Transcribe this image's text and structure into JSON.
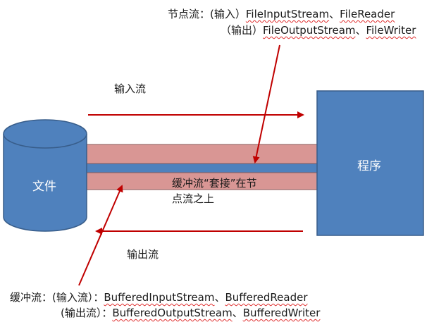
{
  "node_stream": {
    "label": "节点流：",
    "input_paren": "(输入）",
    "input_classes": [
      "FileInputStream",
      "FileReader"
    ],
    "output_paren": "（输出）",
    "output_classes": [
      "FileOutputStream",
      "FileWriter"
    ]
  },
  "input_flow_label": "输入流",
  "output_flow_label": "输出流",
  "file_label": "文件",
  "program_label": "程序",
  "buffer_note_line1": "缓冲流“套接”在节",
  "buffer_note_line2": "点流之上",
  "buffer_stream": {
    "label": "缓冲流：",
    "input_paren": "(输入流）：",
    "input_classes": [
      "BufferedInputStream",
      "BufferedReader"
    ],
    "output_paren": "(输出流）：",
    "output_classes": [
      "BufferedOutputStream",
      "BufferedWriter"
    ]
  },
  "separator": "、",
  "colors": {
    "shape_blue": "#4f81bd",
    "shape_border": "#385d8a",
    "pipe_pink": "#d99694",
    "pipe_border": "#8a5a5a",
    "arrow_red": "#c00000"
  }
}
